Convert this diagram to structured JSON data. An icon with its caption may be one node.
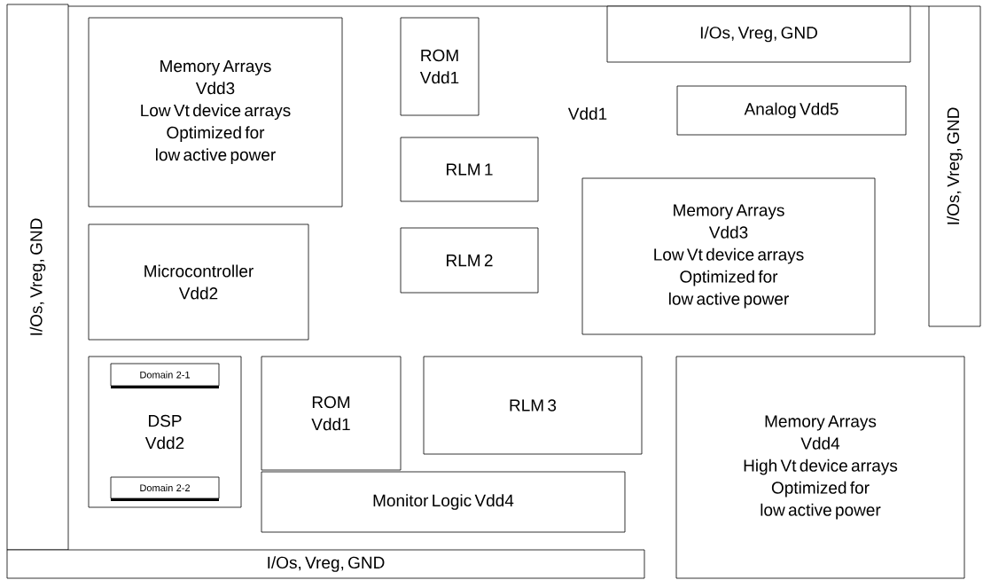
{
  "diagram": {
    "nodes": [
      {
        "text": [
          "I/Os, Vreg, GND"
        ]
      },
      {
        "text": [
          "Memory Arrays",
          "Vdd3",
          "Low Vt device arrays",
          "Optimized for low active power"
        ]
      },
      {
        "text": [
          "ROM",
          "Vdd1"
        ]
      },
      {
        "text": [
          "I/Os, Vreg, GND"
        ]
      },
      {
        "text": [
          "Analog Vdd5"
        ]
      },
      {
        "text": [
          "I/Os, Vreg, GND"
        ]
      },
      {
        "text": [
          "RLM 1"
        ]
      },
      {
        "text": [
          "Memory Arrays",
          "Vdd3",
          "Low Vt device arrays",
          "Optimized for low active power"
        ]
      },
      {
        "text": [
          "Microcontroller",
          "Vdd2"
        ]
      },
      {
        "text": [
          "RLM 2"
        ]
      },
      {
        "text": [
          "DSP",
          "Vdd2"
        ]
      },
      {
        "text": [
          "Domain 2-1"
        ],
        "in": 10
      },
      {
        "text": [
          "Domain 2-2"
        ],
        "in": 10
      },
      {
        "text": [
          "ROM",
          "Vdd1"
        ]
      },
      {
        "text": [
          "RLM 3"
        ]
      },
      {
        "text": [
          "Memory Arrays",
          "Vdd4",
          "High Vt device arrays",
          "Optimized for low active power"
        ]
      },
      {
        "text": [
          "Monitor Logic Vdd4"
        ]
      },
      {
        "text": [
          "I/Os, Vreg, GND"
        ]
      }
    ],
    "labels": [
      "Vdd1"
    ]
  }
}
